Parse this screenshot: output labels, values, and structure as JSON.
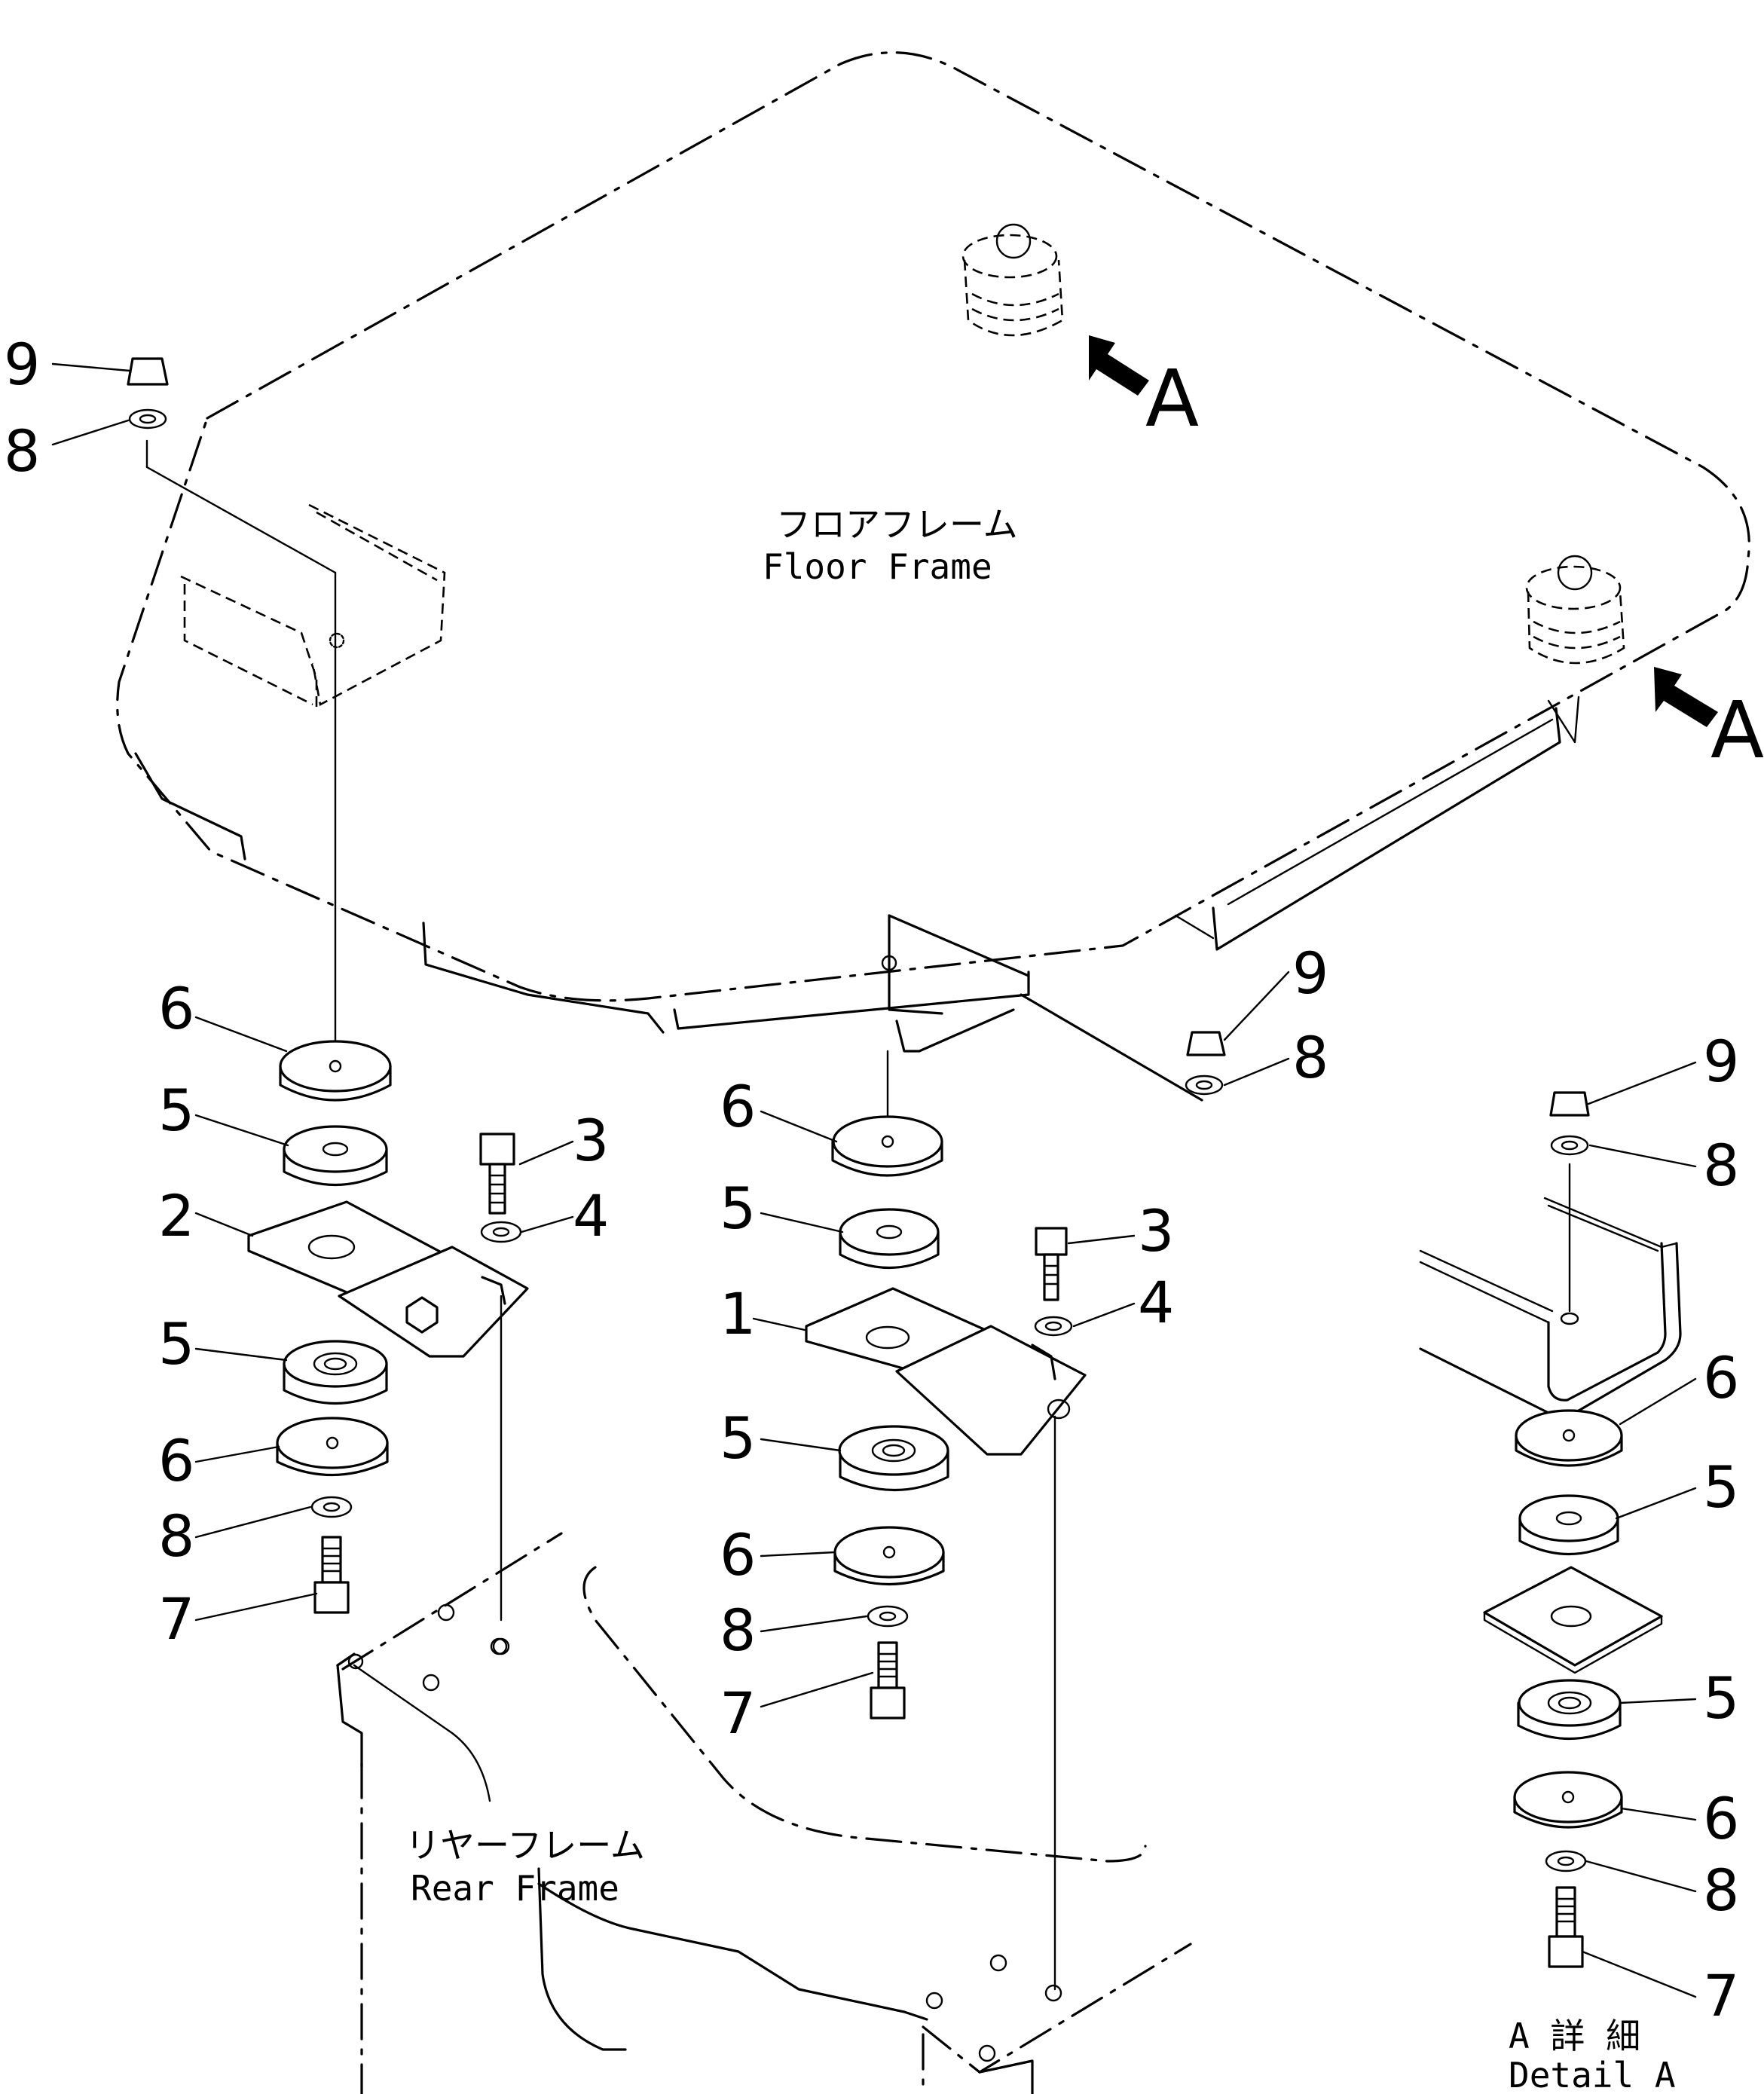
{
  "labels": {
    "floor_frame_jp": "フロアフレーム",
    "floor_frame_en": "Floor Frame",
    "rear_frame_jp": "リヤーフレーム",
    "rear_frame_en": "Rear Frame",
    "detail_jp": "A 詳 細",
    "detail_en": "Detail A"
  },
  "view_markers": [
    "A",
    "A"
  ],
  "callouts": {
    "left_9": "9",
    "left_8": "8",
    "left_6a": "6",
    "left_5a": "5",
    "left_2": "2",
    "left_3": "3",
    "left_4": "4",
    "left_5b": "5",
    "left_6b": "6",
    "left_8b": "8",
    "left_7": "7",
    "mid_9": "9",
    "mid_8": "8",
    "mid_6a": "6",
    "mid_5a": "5",
    "mid_1": "1",
    "mid_3": "3",
    "mid_4": "4",
    "mid_5b": "5",
    "mid_6b": "6",
    "mid_8b": "8",
    "mid_7": "7",
    "det_9": "9",
    "det_8": "8",
    "det_6a": "6",
    "det_5a": "5",
    "det_5b": "5",
    "det_6b": "6",
    "det_8b": "8",
    "det_7": "7"
  }
}
